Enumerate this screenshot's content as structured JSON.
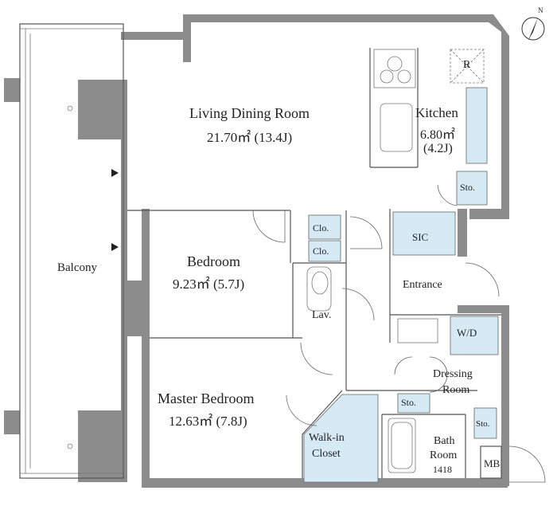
{
  "rooms": {
    "living": {
      "name": "Living Dining Room",
      "area": "21.70㎡ (13.4J)"
    },
    "kitchen": {
      "name": "Kitchen",
      "area": "6.80㎡",
      "tatami": "(4.2J)"
    },
    "bedroom": {
      "name": "Bedroom",
      "area": "9.23㎡ (5.7J)"
    },
    "master": {
      "name": "Master Bedroom",
      "area": "12.63㎡ (7.8J)"
    },
    "balcony": {
      "name": "Balcony"
    },
    "lav": {
      "name": "Lav."
    },
    "entrance": {
      "name": "Entrance"
    },
    "sic": {
      "name": "SIC"
    },
    "walkin": {
      "line1": "Walk-in",
      "line2": "Closet"
    },
    "dressing": {
      "line1": "Dressing",
      "line2": "Room"
    },
    "bath": {
      "line1": "Bath",
      "line2": "Room",
      "line3": "1418"
    },
    "wd": {
      "name": "W/D"
    },
    "mb": {
      "name": "MB"
    },
    "fridge": {
      "name": "R"
    },
    "sto_kitchen": {
      "name": "Sto."
    },
    "sto_dressing": {
      "name": "Sto."
    },
    "sto_bath": {
      "name": "Sto."
    },
    "clo1": {
      "name": "Clo."
    },
    "clo2": {
      "name": "Clo."
    }
  },
  "compass": {
    "label": "N"
  },
  "colors": {
    "wall": "#8c8c8c",
    "storage": "#d6eaf6"
  }
}
